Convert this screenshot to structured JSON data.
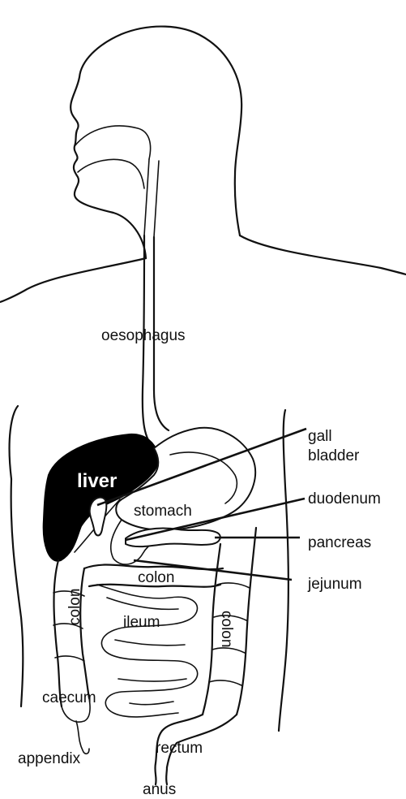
{
  "labels": {
    "oesophagus": "oesophagus",
    "liver": "liver",
    "gall_bladder_line1": "gall",
    "gall_bladder_line2": "bladder",
    "duodenum": "duodenum",
    "stomach": "stomach",
    "pancreas": "pancreas",
    "jejunum": "jejunum",
    "colon_transverse": "colon",
    "colon_left": "colon",
    "colon_right": "colon",
    "ileum": "ileum",
    "caecum": "caecum",
    "appendix": "appendix",
    "rectum": "rectum",
    "anus": "anus"
  },
  "colors": {
    "line": "#111111",
    "background": "#ffffff",
    "liver_fill": "#000000"
  }
}
